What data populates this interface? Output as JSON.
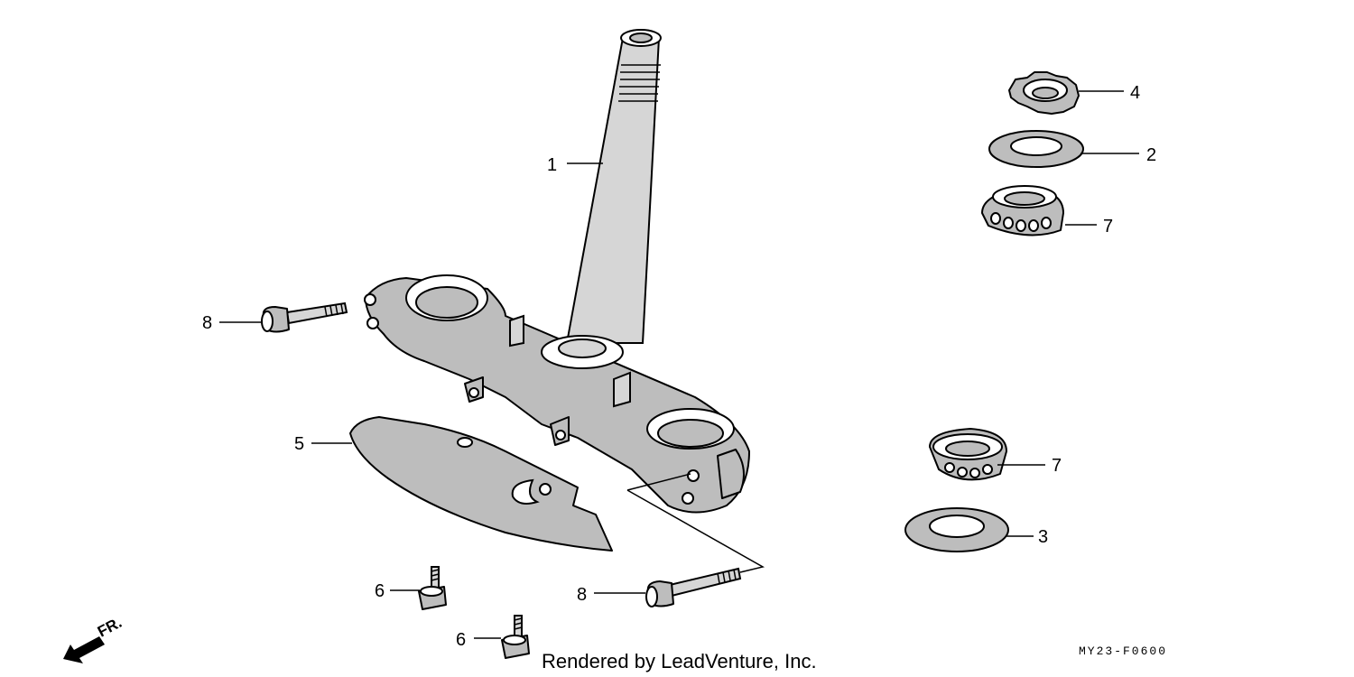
{
  "callouts": [
    {
      "id": "stem",
      "label": "1"
    },
    {
      "id": "dust-seal",
      "label": "2"
    },
    {
      "id": "lower-seal",
      "label": "3"
    },
    {
      "id": "lock-nut",
      "label": "4"
    },
    {
      "id": "guard-plate",
      "label": "5"
    },
    {
      "id": "screw-a",
      "label": "6"
    },
    {
      "id": "screw-b",
      "label": "6"
    },
    {
      "id": "upper-bearing",
      "label": "7"
    },
    {
      "id": "lower-bearing",
      "label": "7"
    },
    {
      "id": "bolt-left",
      "label": "8"
    },
    {
      "id": "bolt-right",
      "label": "8"
    }
  ],
  "direction_label": "FR.",
  "footer_text": "Rendered by LeadVenture, Inc.",
  "diagram_code": "MY23-F0600"
}
